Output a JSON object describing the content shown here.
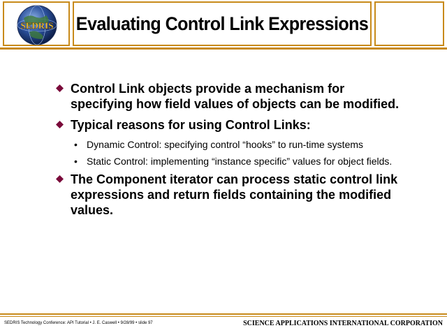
{
  "header": {
    "title": "Evaluating Control Link Expressions",
    "logo_text": "SEDRIS",
    "accent_color": "#c88a1a",
    "bullet_color": "#7a0a3a"
  },
  "bullets": [
    {
      "text": "Control Link objects provide a mechanism for specifying how field values of objects can be modified.",
      "subitems": []
    },
    {
      "text": "Typical reasons for using Control Links:",
      "subitems": [
        "Dynamic Control: specifying control “hooks” to run-time systems",
        "Static Control: implementing “instance specific” values for object fields."
      ]
    },
    {
      "text": "The Component iterator can process static control link expressions and return fields containing the modified values.",
      "subitems": []
    }
  ],
  "footer": {
    "left": "SEDRIS Technology Conference: API Tutorial • J. E. Caswell • 9/28/99 • slide 97",
    "right": "SCIENCE APPLICATIONS INTERNATIONAL CORPORATION"
  }
}
